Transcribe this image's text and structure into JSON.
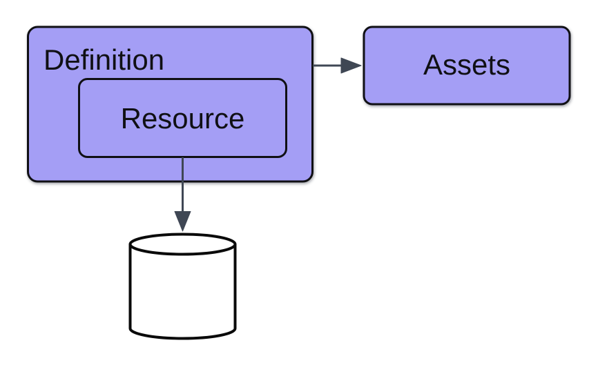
{
  "diagram": {
    "nodes": {
      "definition": {
        "label": "Definition",
        "kind": "container"
      },
      "resource": {
        "label": "Resource",
        "parent": "definition"
      },
      "assets": {
        "label": "Assets"
      },
      "database": {
        "label": "",
        "shape": "database-cylinder-icon"
      }
    },
    "edges": [
      {
        "from": "definition",
        "to": "assets",
        "direction": "right"
      },
      {
        "from": "resource",
        "to": "database",
        "direction": "down"
      }
    ],
    "colors": {
      "node_fill": "#a49ef5",
      "node_stroke": "#101014",
      "label_text": "#101014",
      "arrow": "#3f4754",
      "cylinder_fill": "#ffffff",
      "cylinder_stroke": "#0a0a0a",
      "background": "#ffffff"
    }
  }
}
